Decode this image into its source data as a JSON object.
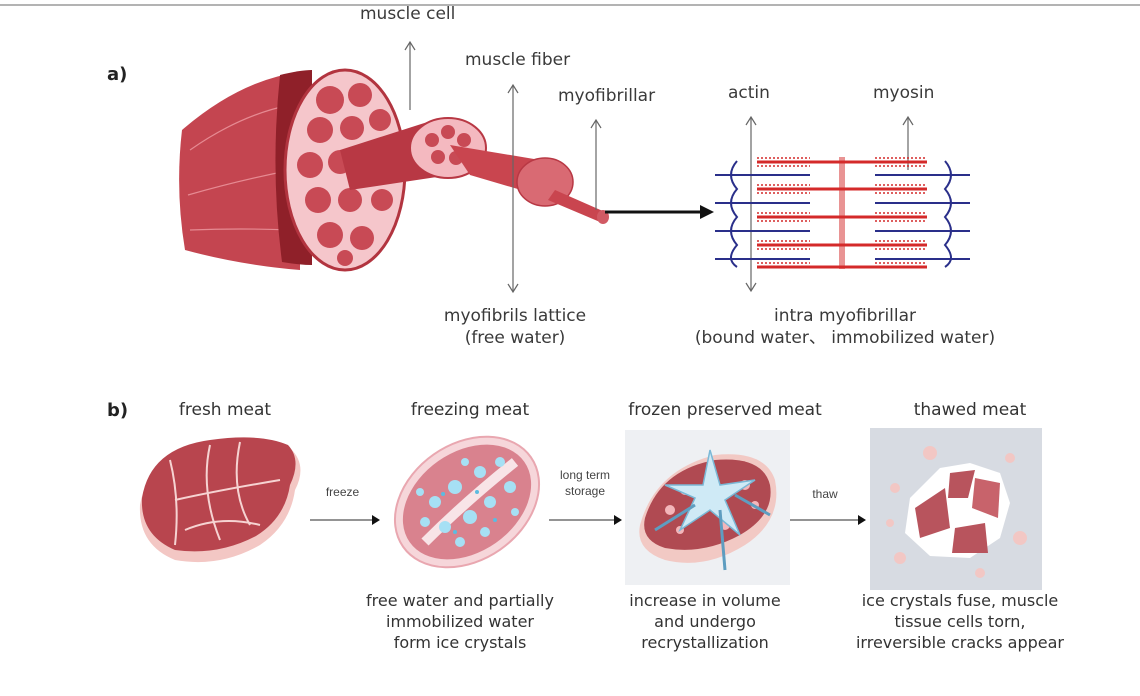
{
  "panel_a": {
    "label": "a)",
    "labels": {
      "muscle_cell": "muscle cell",
      "muscle_fiber": "muscle fiber",
      "myofibrillar": "myofibrillar",
      "actin": "actin",
      "myosin": "myosin",
      "lattice_line1": "myofibrils lattice",
      "lattice_line2": "(free water)",
      "intra_line1": "intra myofibrillar",
      "intra_line2": "(bound water、 immobilized water)"
    },
    "colors": {
      "muscle": "#c0404a",
      "muscle_dark": "#8e1f28",
      "muscle_light": "#f0a8ae",
      "actin": "#2a2f8a",
      "myosin": "#d42a2a"
    }
  },
  "panel_b": {
    "label": "b)",
    "stages": [
      {
        "title": "fresh meat",
        "caption": []
      },
      {
        "title": "freezing meat",
        "caption": [
          "free water and partially",
          "immobilized water",
          "form ice crystals"
        ]
      },
      {
        "title": "frozen preserved meat",
        "caption": [
          "increase in volume",
          "and undergo",
          "recrystallization"
        ]
      },
      {
        "title": "thawed meat",
        "caption": [
          "ice crystals fuse, muscle",
          "tissue cells torn,",
          "irreversible cracks appear"
        ]
      }
    ],
    "transitions": [
      {
        "label": [
          "freeze"
        ]
      },
      {
        "label": [
          "long term",
          "storage"
        ]
      },
      {
        "label": [
          "thaw"
        ]
      }
    ],
    "colors": {
      "meat": "#b8454e",
      "fat": "#f3c7c4",
      "ice": "#8fd3ee",
      "thaw_bg": "#d7dbe2"
    }
  }
}
